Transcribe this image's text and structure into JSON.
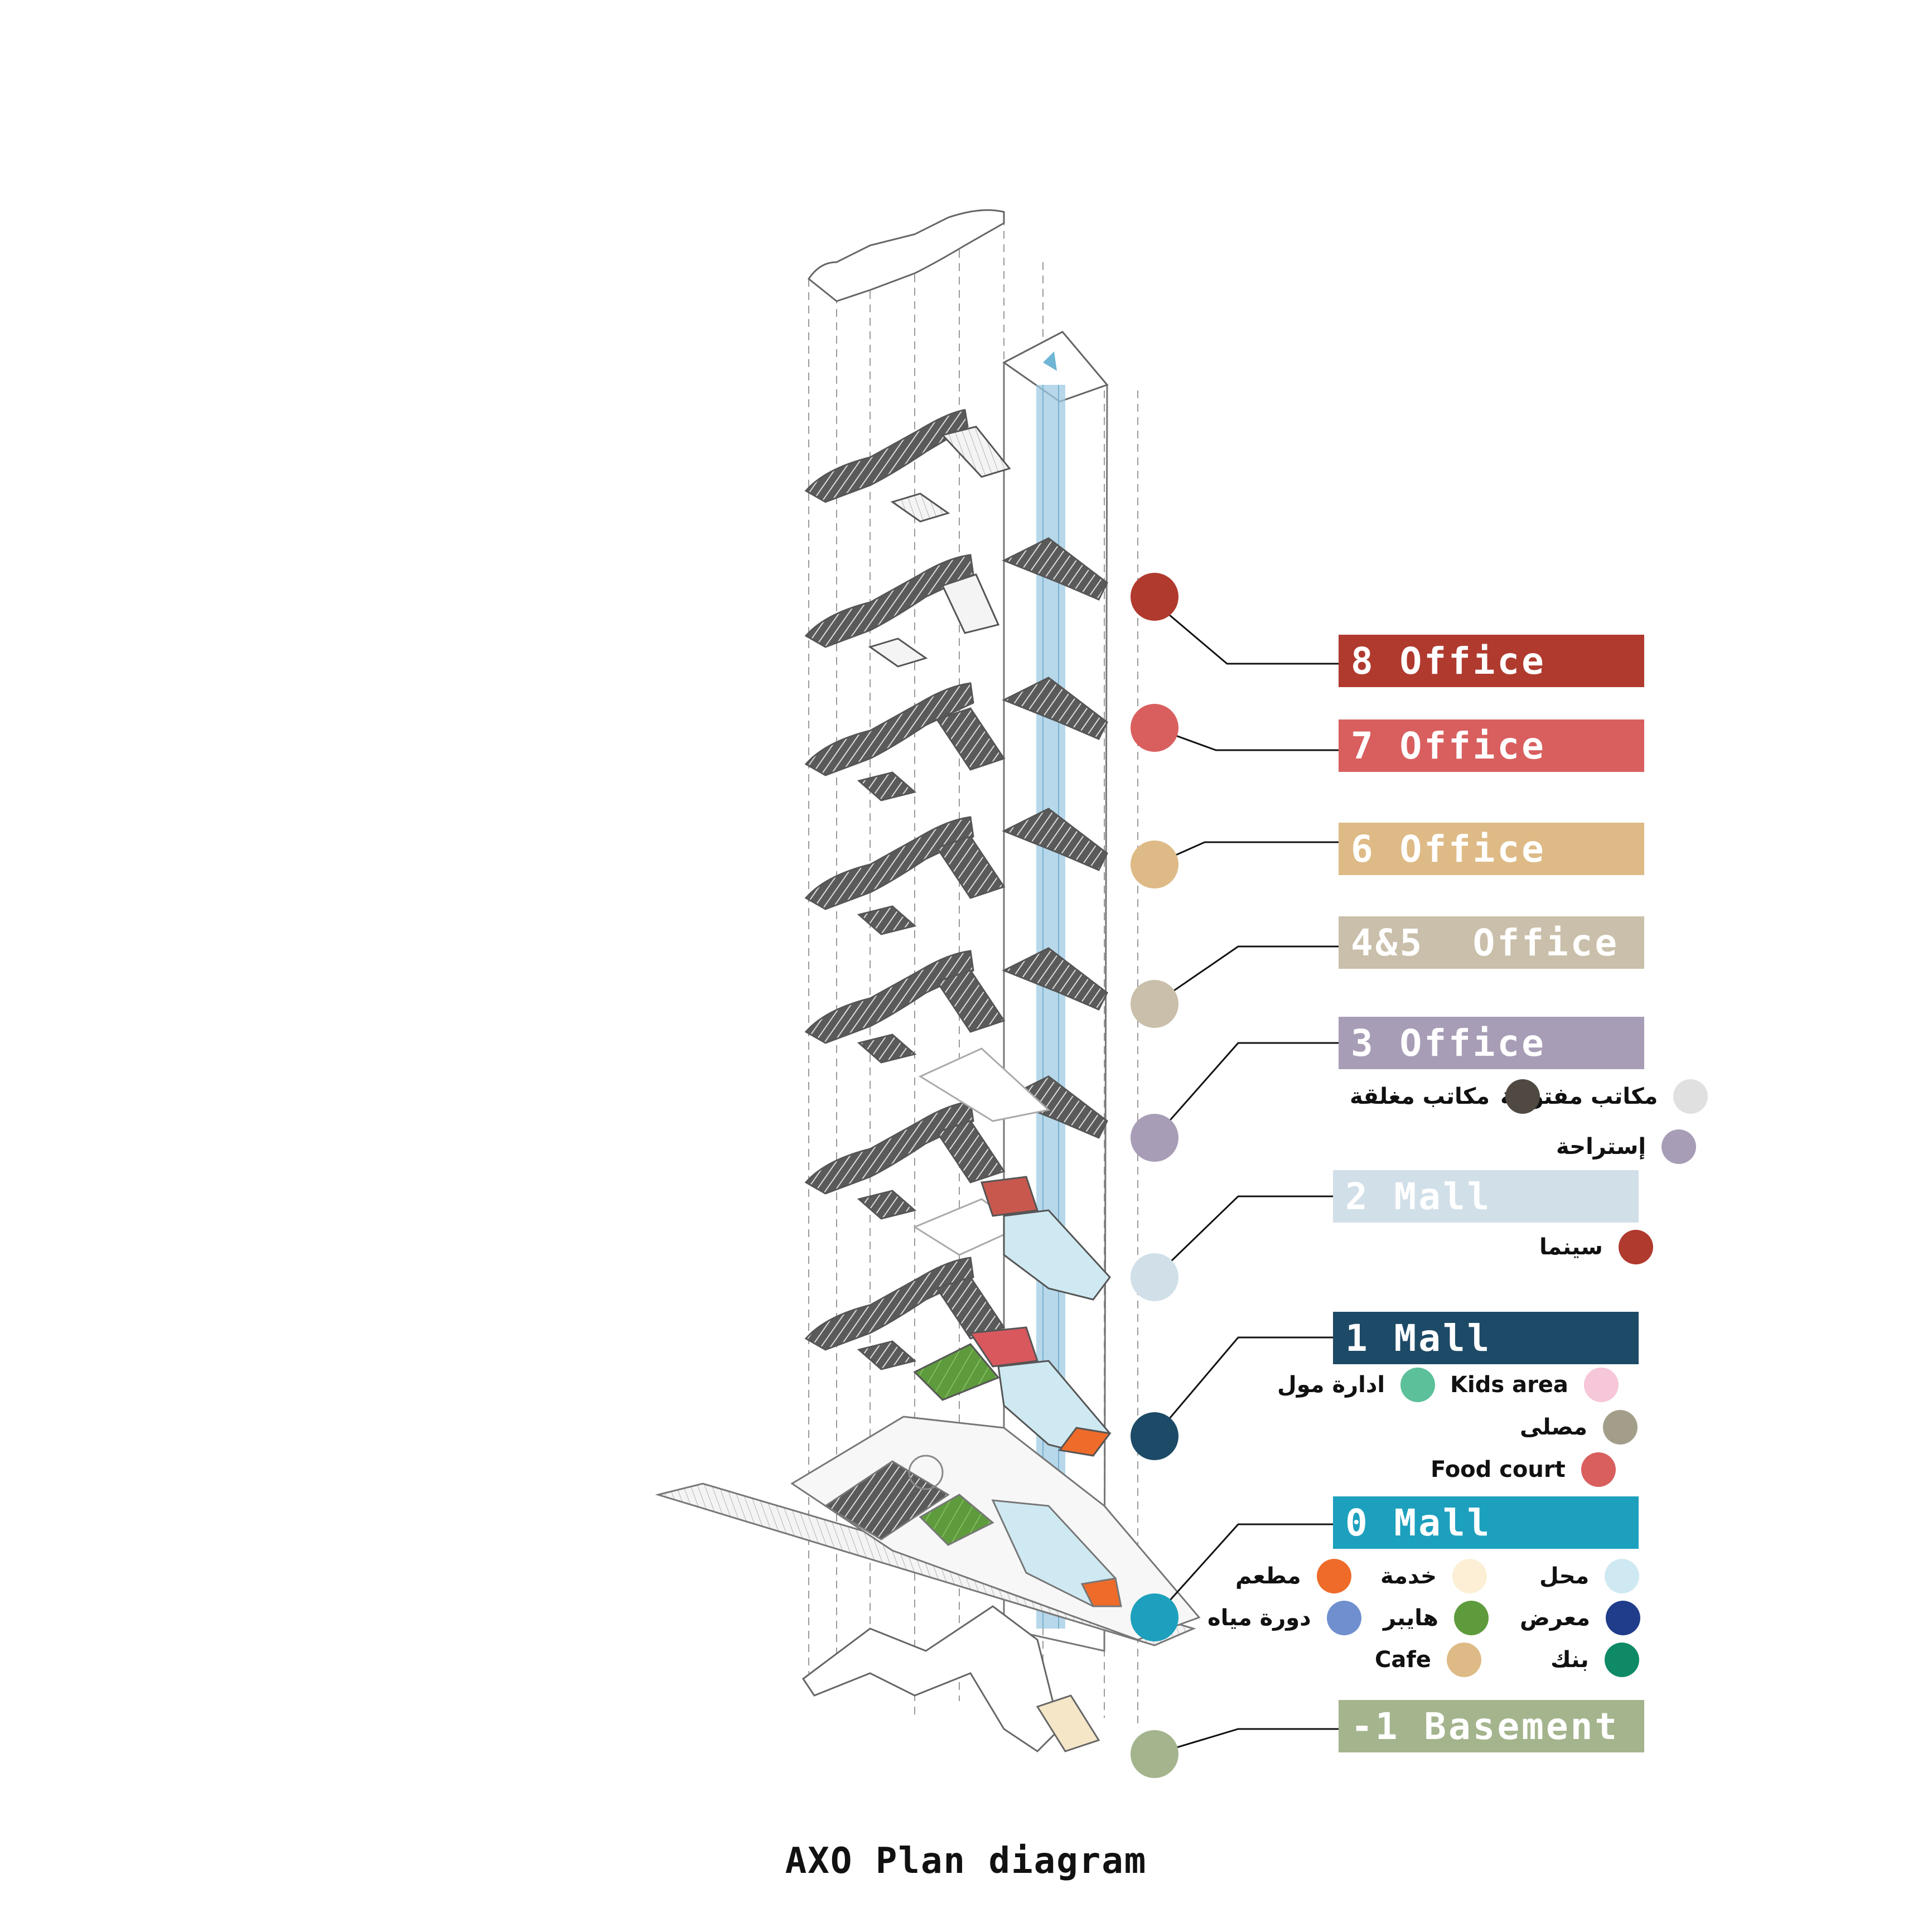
{
  "title": "AXO Plan diagram",
  "colors": {
    "core_blue": "#9fcbe3",
    "slab_line": "#555555",
    "slab_fill": "#3a3a3a",
    "green": "#5e9b3c",
    "red": "#d9585e",
    "orange": "#ee6b2a",
    "cinema_red": "#b03a2e"
  },
  "floors": [
    {
      "label": "8 Office",
      "color": "#b03a2e"
    },
    {
      "label": "7 Office",
      "color": "#d95f5f"
    },
    {
      "label": "6 Office",
      "color": "#deba86"
    },
    {
      "label": "4&5  Office",
      "color": "#c9bfaa"
    },
    {
      "label": "3 Office",
      "color": "#a89db6"
    },
    {
      "label": "2 Mall",
      "color": "#d1dfe8"
    },
    {
      "label": "1 Mall",
      "color": "#1d4a66"
    },
    {
      "label": "0 Mall",
      "color": "#1da0bd"
    },
    {
      "label": "-1 Basement",
      "color": "#a4b48d"
    }
  ],
  "legend_3": [
    {
      "text": "مكاتب مفتوحة",
      "color": "#e0e0e0"
    },
    {
      "text": "مكاتب مغلقة",
      "color": "#4f4941"
    },
    {
      "text": "إستراحة",
      "color": "#a89db6"
    }
  ],
  "legend_2": [
    {
      "text": "سينما",
      "color": "#b03a2e"
    }
  ],
  "legend_1": [
    {
      "text": "Kids area",
      "color": "#f6c6d9"
    },
    {
      "text": "ادارة مول",
      "color": "#5cc09a"
    },
    {
      "text": "مصلى",
      "color": "#a39e8a"
    },
    {
      "text": "Food court",
      "color": "#d95f5f"
    }
  ],
  "legend_0": [
    {
      "text": "محل",
      "color": "#cfe9f2"
    },
    {
      "text": "خدمة",
      "color": "#fcefd5"
    },
    {
      "text": "مطعم",
      "color": "#ee6b2a"
    },
    {
      "text": "معرض",
      "color": "#1f3d8a"
    },
    {
      "text": "هايبر",
      "color": "#5e9b3c"
    },
    {
      "text": "دورة مياه",
      "color": "#6f8fcf"
    },
    {
      "text": "بنك",
      "color": "#0e8a66"
    },
    {
      "text": "Cafe",
      "color": "#deba86"
    }
  ]
}
